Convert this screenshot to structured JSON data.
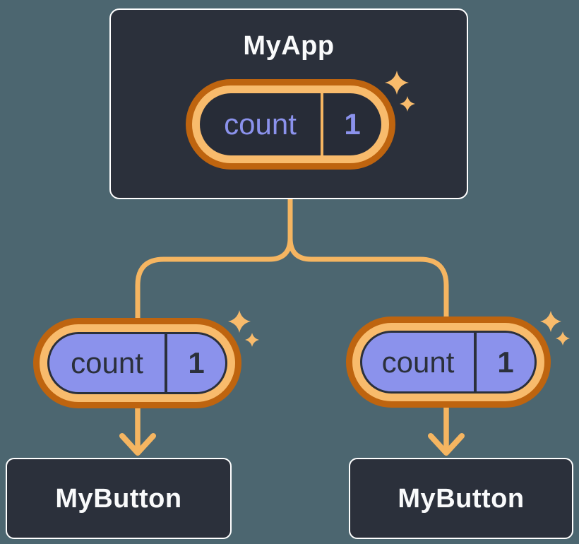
{
  "colors": {
    "background": "#4C6670",
    "node_fill": "#2B303B",
    "node_border": "#FFFFFF",
    "node_title_text": "#F9FAFB",
    "connector": "#F5B561",
    "ring_outer": "#BE640F",
    "ring_inner": "#F8BB6C",
    "state_pill_fill": "#272C37",
    "state_pill_text": "#8B92EC",
    "prop_pill_fill": "#8B92EC",
    "pill_dark": "#2B303B",
    "sparkle": "#F8BB6C"
  },
  "icons": {
    "sparkle": "four-point-star-sparkle"
  },
  "root_node": {
    "title": "MyApp",
    "pill": {
      "label": "count",
      "value": "1"
    }
  },
  "child_nodes": [
    {
      "title": "MyButton",
      "pill": {
        "label": "count",
        "value": "1"
      }
    },
    {
      "title": "MyButton",
      "pill": {
        "label": "count",
        "value": "1"
      }
    }
  ]
}
